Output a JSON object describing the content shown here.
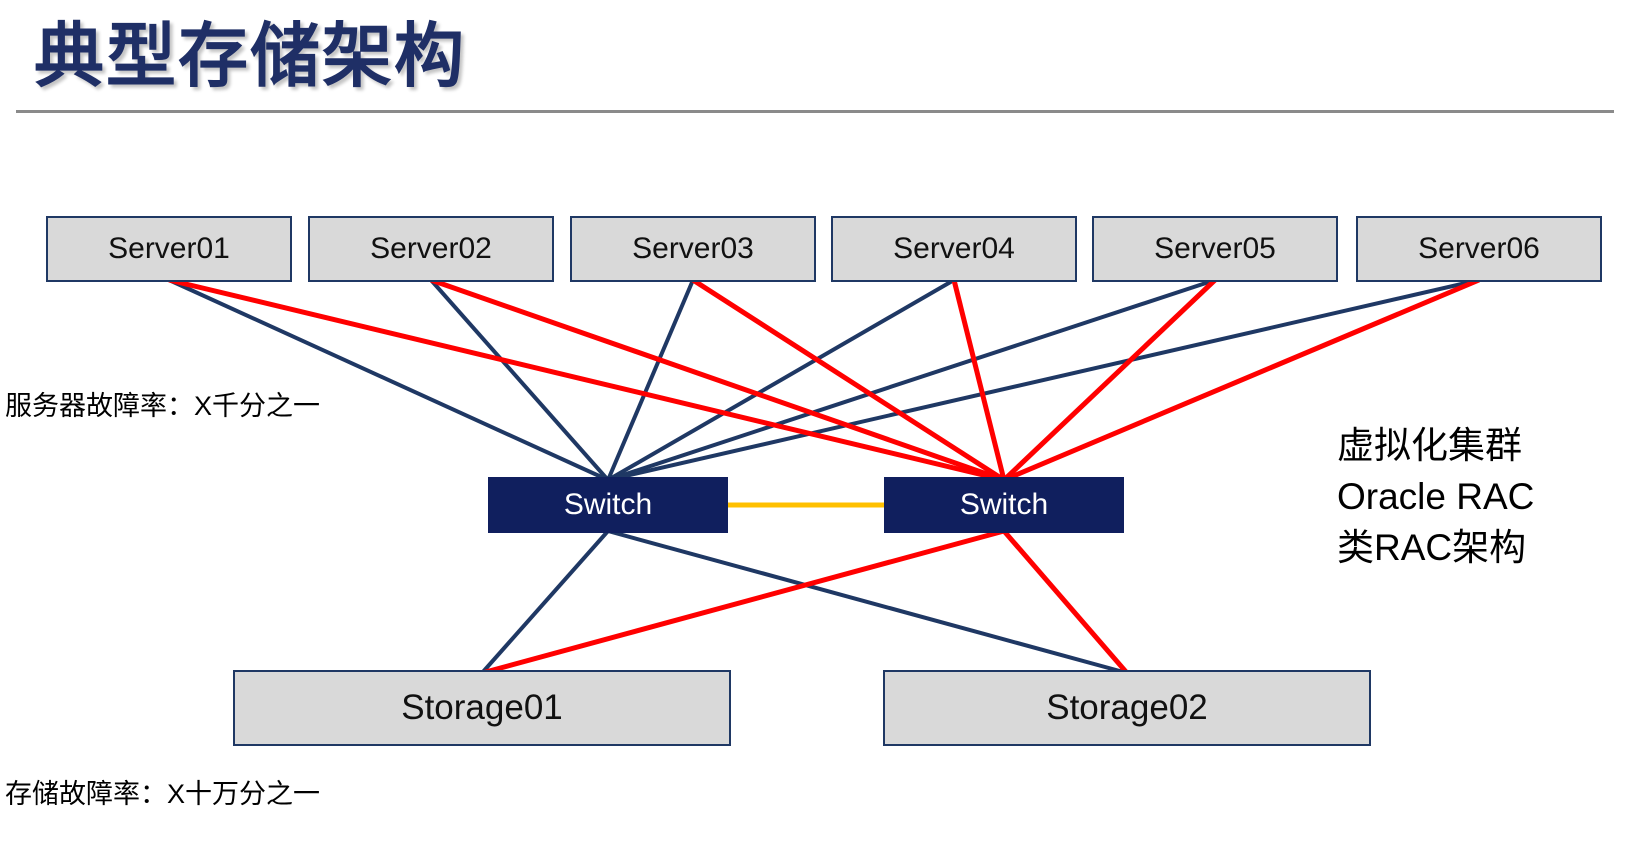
{
  "title": "典型存储架构",
  "nodes": {
    "server01": "Server01",
    "server02": "Server02",
    "server03": "Server03",
    "server04": "Server04",
    "server05": "Server05",
    "server06": "Server06",
    "switch1": "Switch",
    "switch2": "Switch",
    "storage01": "Storage01",
    "storage02": "Storage02"
  },
  "labels": {
    "server_failure_rate": "服务器故障率：X千分之一",
    "storage_failure_rate": "存储故障率：X十万分之一"
  },
  "note": {
    "lines": [
      "虚拟化集群",
      "Oracle RAC",
      "类RAC架构"
    ]
  },
  "edges": [
    {
      "from": "server01",
      "to": "switch1",
      "color": "navy"
    },
    {
      "from": "server02",
      "to": "switch1",
      "color": "navy"
    },
    {
      "from": "server03",
      "to": "switch1",
      "color": "navy"
    },
    {
      "from": "server04",
      "to": "switch1",
      "color": "navy"
    },
    {
      "from": "server05",
      "to": "switch1",
      "color": "navy"
    },
    {
      "from": "server06",
      "to": "switch1",
      "color": "navy"
    },
    {
      "from": "server01",
      "to": "switch2",
      "color": "red"
    },
    {
      "from": "server02",
      "to": "switch2",
      "color": "red"
    },
    {
      "from": "server03",
      "to": "switch2",
      "color": "red"
    },
    {
      "from": "server04",
      "to": "switch2",
      "color": "red"
    },
    {
      "from": "server05",
      "to": "switch2",
      "color": "red"
    },
    {
      "from": "server06",
      "to": "switch2",
      "color": "red"
    },
    {
      "from": "switch1",
      "to": "switch2",
      "color": "orange",
      "style": "horizontal"
    },
    {
      "from": "switch1",
      "to": "storage01",
      "color": "navy"
    },
    {
      "from": "switch1",
      "to": "storage02",
      "color": "navy"
    },
    {
      "from": "switch2",
      "to": "storage01",
      "color": "red"
    },
    {
      "from": "switch2",
      "to": "storage02",
      "color": "red"
    }
  ],
  "colors": {
    "navy": "#1F3864",
    "red": "#FF0000",
    "orange": "#FFC000",
    "switch_fill": "#101F5E",
    "node_fill": "#D9D9D9",
    "node_border": "#1F3864",
    "title": "#1F2F66",
    "rule": "#8A8A8A"
  }
}
